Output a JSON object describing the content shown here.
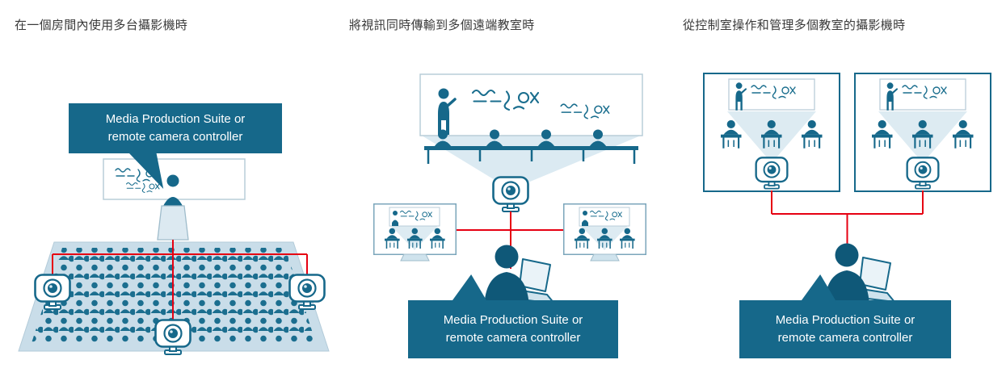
{
  "colors": {
    "teal": "#16688a",
    "dark_teal": "#0f5878",
    "light_blue": "#cfe3ed",
    "stage_blue": "#c9dde9",
    "cable_red": "#e60012",
    "heading_text": "#3a3a3a",
    "callout_bg": "#16688a",
    "callout_text": "#ffffff"
  },
  "panels": [
    {
      "id": "multi-camera-one-room",
      "heading": "在一個房間內使用多台攝影機時",
      "callout": {
        "line1": "Media Production Suite or",
        "line2": "remote camera controller"
      }
    },
    {
      "id": "multi-remote-classrooms",
      "heading": "將視訊同時傳輸到多個遠端教室時",
      "callout": {
        "line1": "Media Production Suite or",
        "line2": "remote camera controller"
      }
    },
    {
      "id": "control-room-management",
      "heading": "從控制室操作和管理多個教室的攝影機時",
      "callout": {
        "line1": "Media Production Suite or",
        "line2": "remote camera controller"
      }
    }
  ]
}
